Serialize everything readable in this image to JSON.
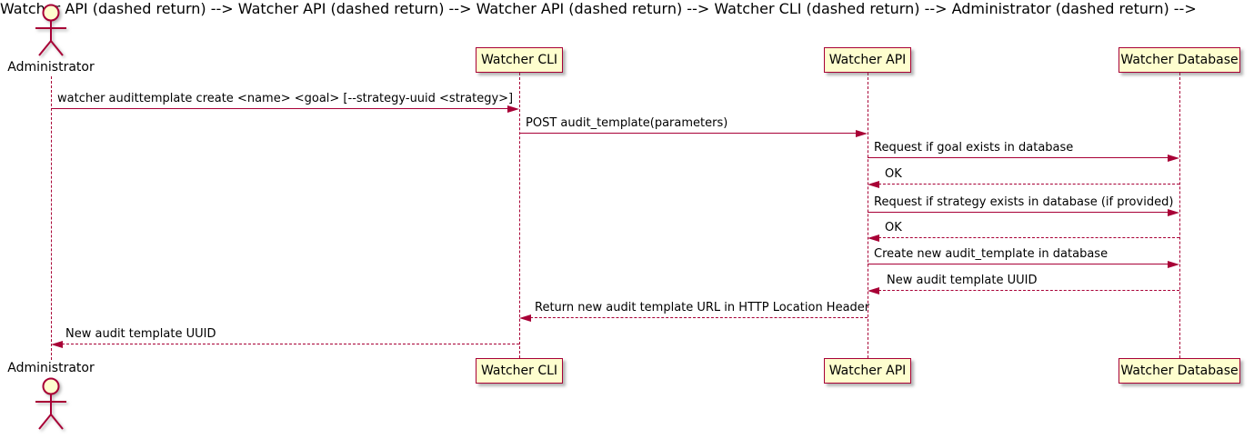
{
  "diagram": {
    "type": "uml-sequence-diagram",
    "style": "plantuml-default",
    "colors": {
      "accent": "#A80036",
      "participant_fill": "#FEFECE",
      "text": "#000000",
      "background": "#FFFFFF"
    }
  },
  "actor": {
    "name": "Administrator"
  },
  "participants": [
    {
      "name": "Watcher CLI"
    },
    {
      "name": "Watcher API"
    },
    {
      "name": "Watcher Database"
    }
  ],
  "messages": [
    {
      "from": "Administrator",
      "to": "Watcher CLI",
      "style": "solid",
      "label": "watcher audittemplate create <name> <goal> [--strategy-uuid <strategy>]"
    },
    {
      "from": "Watcher CLI",
      "to": "Watcher API",
      "style": "solid",
      "label": "POST audit_template(parameters)"
    },
    {
      "from": "Watcher API",
      "to": "Watcher Database",
      "style": "solid",
      "label": "Request if goal exists in database"
    },
    {
      "from": "Watcher Database",
      "to": "Watcher API",
      "style": "dashed",
      "label": "OK"
    },
    {
      "from": "Watcher API",
      "to": "Watcher Database",
      "style": "solid",
      "label": "Request if strategy exists in database (if provided)"
    },
    {
      "from": "Watcher Database",
      "to": "Watcher API",
      "style": "dashed",
      "label": "OK"
    },
    {
      "from": "Watcher API",
      "to": "Watcher Database",
      "style": "solid",
      "label": "Create new audit_template in database"
    },
    {
      "from": "Watcher Database",
      "to": "Watcher API",
      "style": "dashed",
      "label": "New audit template UUID"
    },
    {
      "from": "Watcher API",
      "to": "Watcher CLI",
      "style": "dashed",
      "label": "Return new audit template URL in HTTP Location Header"
    },
    {
      "from": "Watcher CLI",
      "to": "Administrator",
      "style": "dashed",
      "label": "New audit template UUID"
    }
  ]
}
